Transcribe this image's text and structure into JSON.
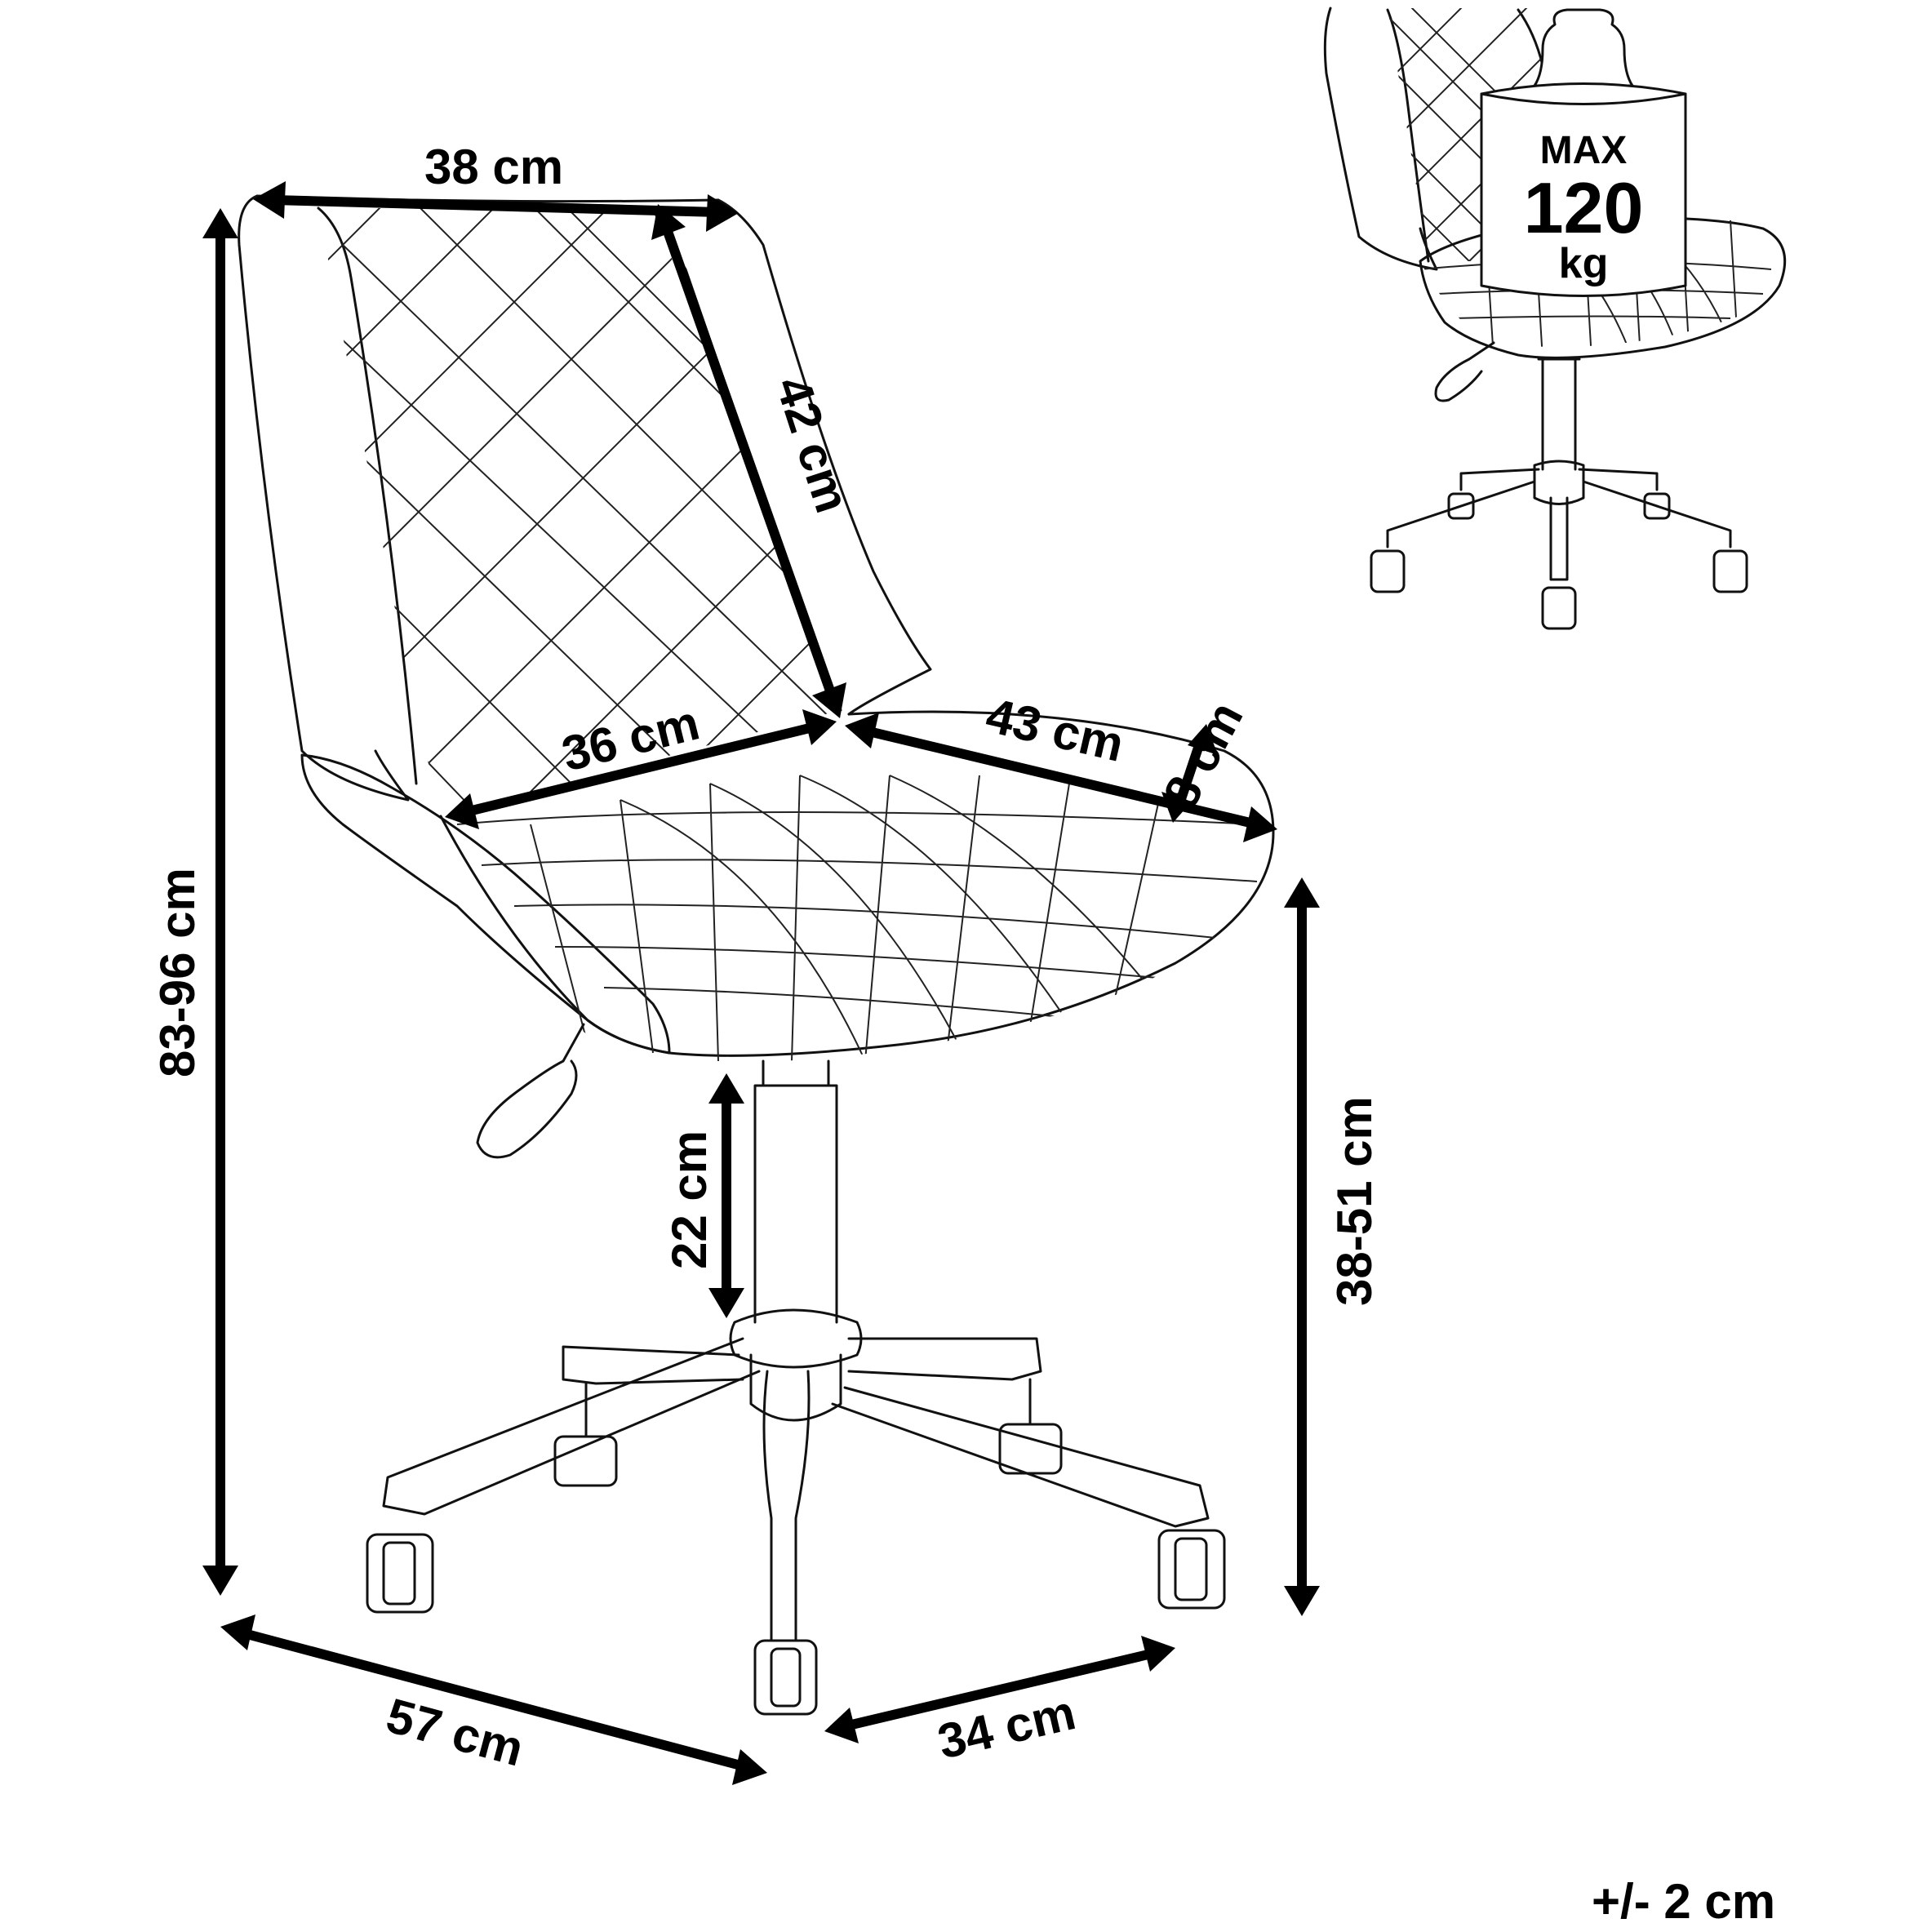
{
  "dimensions": {
    "seat_width_back": "38 cm",
    "backrest_height": "42 cm",
    "seat_depth": "36 cm",
    "seat_width": "43 cm",
    "seat_thickness": "8 cm",
    "total_height": "83-96 cm",
    "seat_height": "38-51 cm",
    "gas_lift": "22 cm",
    "base_depth": "57 cm",
    "base_width": "34 cm"
  },
  "max_load": {
    "label": "MAX",
    "value": "120",
    "unit": "kg"
  },
  "tolerance": "+/- 2 cm",
  "colors": {
    "lines": "#111111",
    "background": "#ffffff"
  }
}
